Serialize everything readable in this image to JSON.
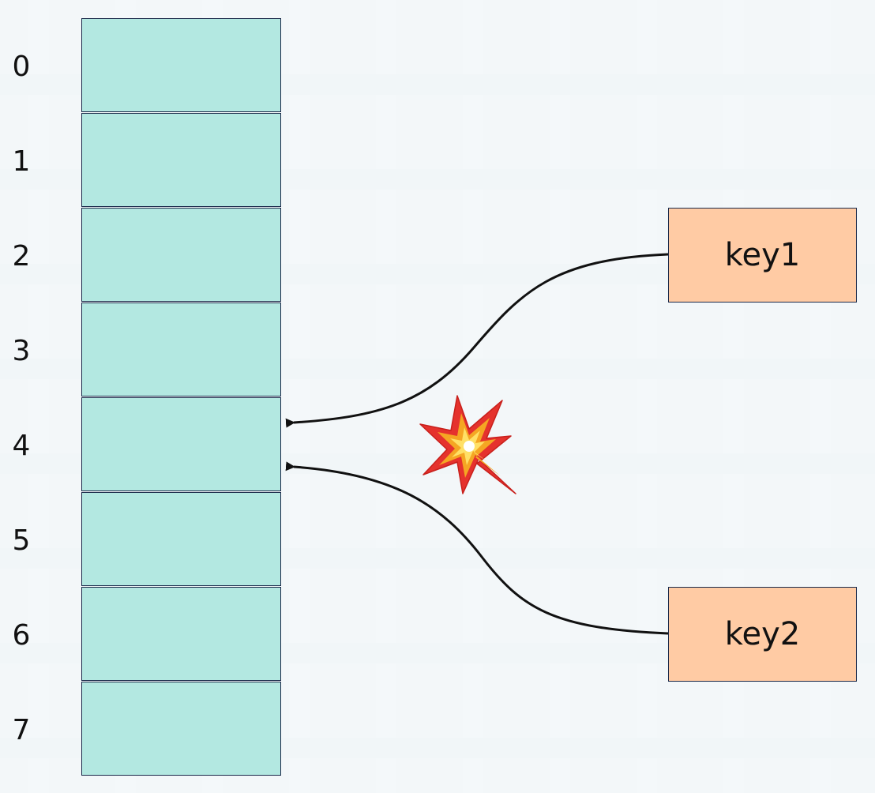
{
  "diagram": {
    "indices": [
      "0",
      "1",
      "2",
      "3",
      "4",
      "5",
      "6",
      "7"
    ],
    "keys": [
      {
        "label": "key1",
        "target_index": 4
      },
      {
        "label": "key2",
        "target_index": 4
      }
    ],
    "collision_icon": "collision-icon",
    "colors": {
      "bucket_fill": "#b3e8e1",
      "key_fill": "#ffcba4",
      "border": "#1b2a4a",
      "arrow": "#111111"
    }
  }
}
